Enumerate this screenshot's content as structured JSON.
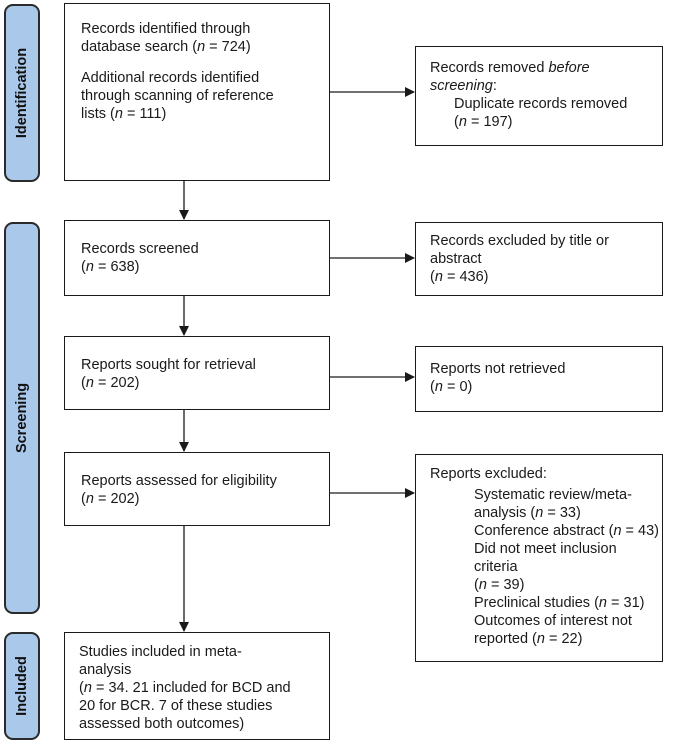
{
  "phases": {
    "identification": "Identification",
    "screening": "Screening",
    "included": "Included"
  },
  "identified": {
    "db_line1": "Records identified through",
    "db_line2_pre": "database search (",
    "db_n": "n",
    "db_line2_post": " = 724)",
    "add_line1": "Additional records identified",
    "add_line2": "through scanning of reference",
    "add_line3_pre": "lists (",
    "add_n": "n",
    "add_line3_post": " = 111)"
  },
  "removed": {
    "line1_pre": "Records removed ",
    "line1_em": "before",
    "line2_em": "screening",
    "line2_post": ":",
    "line3": "Duplicate records removed",
    "line4_pre": "(",
    "n": "n",
    "line4_post": " = 197)"
  },
  "screened": {
    "line1": "Records screened",
    "line2_pre": "(",
    "n": "n",
    "line2_post": " = 638)"
  },
  "excluded_title": {
    "line1": "Records excluded by title or",
    "line2": "abstract",
    "line3_pre": "(",
    "n": "n",
    "line3_post": " = 436)"
  },
  "sought": {
    "line1": "Reports sought for retrieval",
    "line2_pre": "(",
    "n": "n",
    "line2_post": " = 202)"
  },
  "not_retrieved": {
    "line1": "Reports not retrieved",
    "line2_pre": "(",
    "n": "n",
    "line2_post": " = 0)"
  },
  "assessed": {
    "line1": "Reports assessed for eligibility",
    "line2_pre": "(",
    "n": "n",
    "line2_post": " = 202)"
  },
  "reports_excluded": {
    "title": "Reports excluded:",
    "r1_l1": "Systematic review/meta-",
    "r1_l2_pre": "analysis (",
    "r1_n": "n",
    "r1_l2_post": " = 33)",
    "r2_pre": "Conference abstract (",
    "r2_n": "n",
    "r2_post": " = 43)",
    "r3_l1": "Did not meet inclusion criteria",
    "r3_l2_pre": "(",
    "r3_n": "n",
    "r3_l2_post": " = 39)",
    "r4_pre": "Preclinical studies (",
    "r4_n": "n",
    "r4_post": " = 31)",
    "r5_l1": "Outcomes of interest not",
    "r5_l2_pre": "reported (",
    "r5_n": "n",
    "r5_l2_post": " = 22)"
  },
  "included": {
    "line1": "Studies included in meta-",
    "line2": "analysis",
    "line3_pre": "(",
    "n": "n",
    "line3_post": " = 34. 21 included for BCD and",
    "line4": "20 for BCR. 7 of these studies",
    "line5": "assessed both outcomes)"
  }
}
